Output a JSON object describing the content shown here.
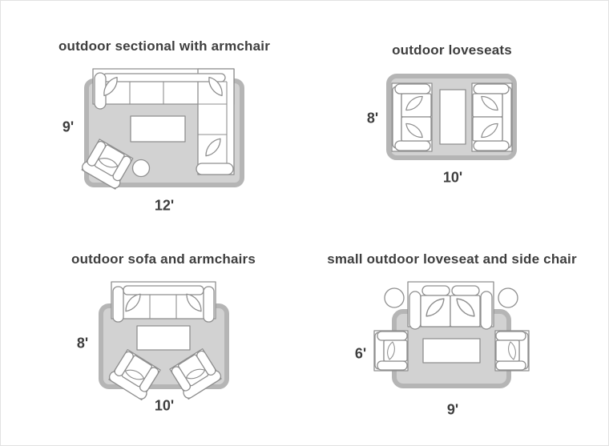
{
  "page": {
    "background": "#ffffff",
    "border_color": "#e2e2e2"
  },
  "colors": {
    "rug_fill": "#d2d2d2",
    "rug_border": "#b5b5b5",
    "furniture_fill": "#ffffff",
    "furniture_stroke": "#8f8f8f",
    "text": "#3e3e3e"
  },
  "layouts": [
    {
      "title": "outdoor sectional with armchair",
      "rug_height_label": "9'",
      "rug_width_label": "12'",
      "furniture": [
        "area-rug",
        "sectional-sofa",
        "armchair",
        "coffee-table",
        "round-side-table",
        "throw-pillows"
      ]
    },
    {
      "title": "outdoor loveseats",
      "rug_height_label": "8'",
      "rug_width_label": "10'",
      "furniture": [
        "area-rug",
        "loveseat",
        "loveseat",
        "coffee-table",
        "throw-pillows"
      ]
    },
    {
      "title": "outdoor sofa and armchairs",
      "rug_height_label": "8'",
      "rug_width_label": "10'",
      "furniture": [
        "area-rug",
        "sofa",
        "armchair",
        "armchair",
        "coffee-table",
        "throw-pillows"
      ]
    },
    {
      "title": "small outdoor loveseat and side chair",
      "rug_height_label": "6'",
      "rug_width_label": "9'",
      "furniture": [
        "area-rug",
        "loveseat",
        "side-chair",
        "side-chair",
        "round-side-table",
        "round-side-table",
        "coffee-table",
        "throw-pillows"
      ]
    }
  ]
}
